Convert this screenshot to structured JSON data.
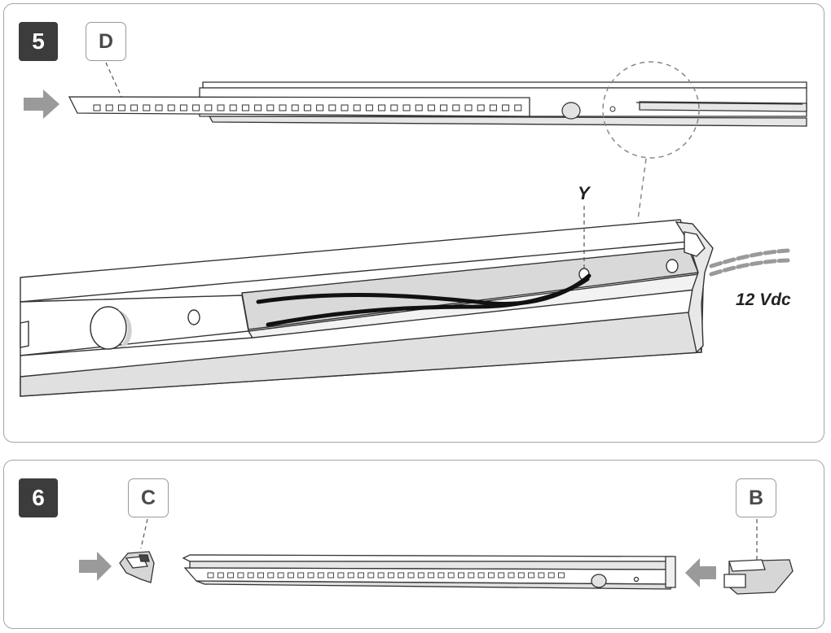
{
  "panels": [
    {
      "step": "5",
      "callouts": [
        "D"
      ],
      "labels": {
        "wire_point": "Y",
        "voltage": "12 Vdc"
      }
    },
    {
      "step": "6",
      "callouts": [
        "C",
        "B"
      ]
    }
  ],
  "colors": {
    "outline": "#333333",
    "grey_fill": "#d9d9d9",
    "arrow": "#9a9a9a",
    "badge": "#3c3c3c",
    "frame": "#a5a5a5"
  }
}
